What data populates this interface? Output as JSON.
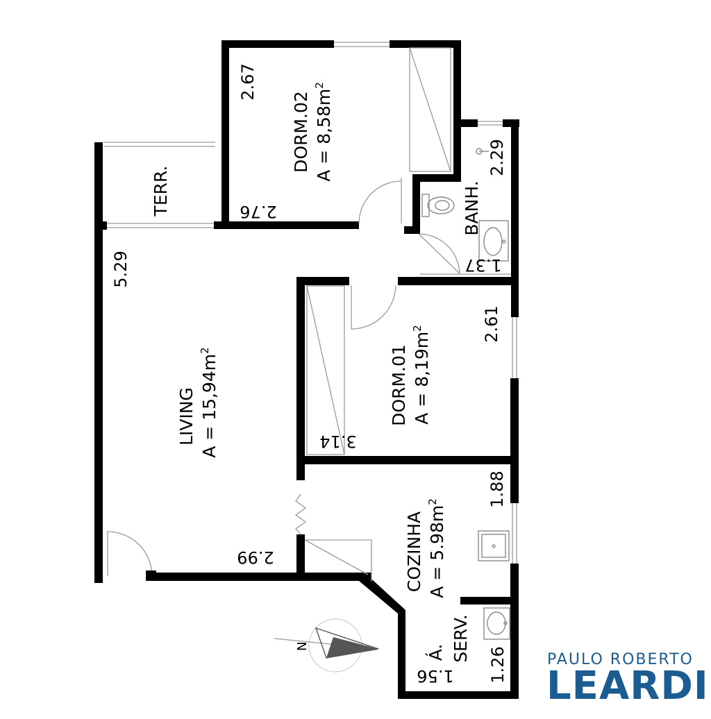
{
  "rooms": {
    "dorm02": {
      "name": "DORM.02",
      "area": "A = 8,58m",
      "sup": "2",
      "dim_side": "2.67",
      "dim_bottom": "2.76"
    },
    "terr": {
      "name": "TERR."
    },
    "banh": {
      "name": "BANH.",
      "dim_side": "2.29",
      "dim_bottom": "1.37"
    },
    "living": {
      "name": "LIVING",
      "area": "A = 15,94m",
      "sup": "2",
      "dim_side": "5.29",
      "dim_bottom": "2.99"
    },
    "dorm01": {
      "name": "DORM.01",
      "area": "A = 8,19m",
      "sup": "2",
      "dim_side": "2.61",
      "dim_bottom": "3.14"
    },
    "cozinha": {
      "name": "COZINHA",
      "area": "A = 5.98m",
      "sup": "2",
      "dim_side": "1.88"
    },
    "servico": {
      "name_1": "Á.",
      "name_2": "SERV.",
      "dim_side": "1.26",
      "dim_bottom": "1.56"
    }
  },
  "compass": {
    "letter": "N"
  },
  "brand": {
    "line1": "PAULO ROBERTO",
    "line2": "LEARDI",
    "color": "#1b5d93"
  }
}
